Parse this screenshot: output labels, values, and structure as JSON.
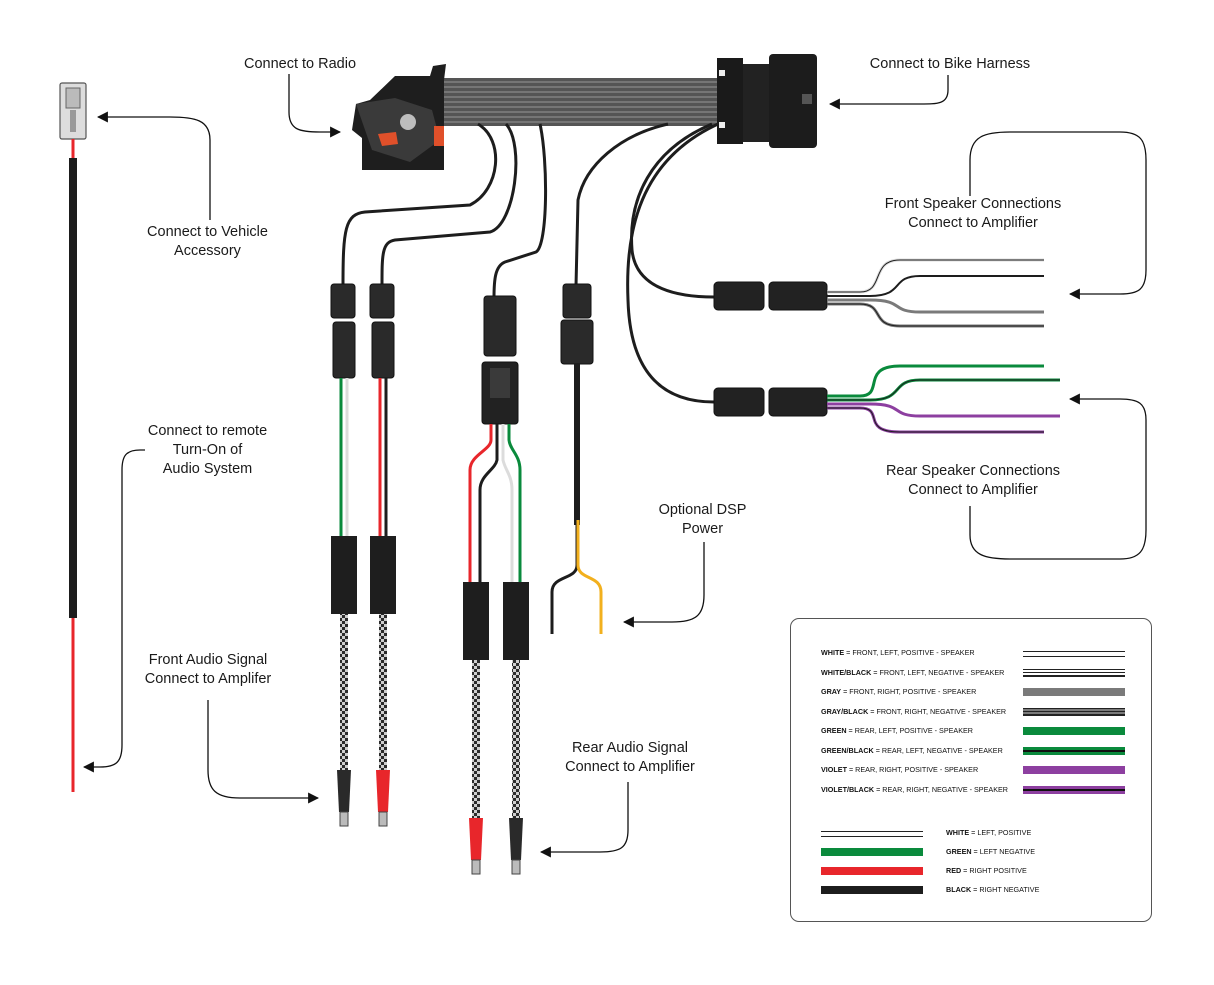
{
  "labels": {
    "connect_radio": "Connect to Radio",
    "connect_bike": "Connect to Bike Harness",
    "vehicle_accessory": [
      "Connect to Vehicle",
      "Accessory"
    ],
    "front_speaker": [
      "Front Speaker Connections",
      "Connect to Amplifier"
    ],
    "rear_speaker": [
      "Rear Speaker Connections",
      "Connect to Amplifier"
    ],
    "remote_turnon": [
      "Connect to remote",
      "Turn-On of",
      "Audio System"
    ],
    "dsp_power": [
      "Optional DSP",
      "Power"
    ],
    "front_audio": [
      "Front Audio Signal",
      "Connect to Amplifer"
    ],
    "rear_audio": [
      "Rear Audio Signal",
      "Connect to Amplifier"
    ]
  },
  "legend": {
    "speaker_wires": [
      {
        "color": "WHITE",
        "desc": " = FRONT, LEFT, POSITIVE - SPEAKER",
        "swatch": "white"
      },
      {
        "color": "WHITE/BLACK",
        "desc": " = FRONT, LEFT, NEGATIVE - SPEAKER",
        "swatch": "white-black"
      },
      {
        "color": "GRAY",
        "desc": " = FRONT, RIGHT, POSITIVE - SPEAKER",
        "swatch": "gray"
      },
      {
        "color": "GRAY/BLACK",
        "desc": " = FRONT, RIGHT, NEGATIVE - SPEAKER",
        "swatch": "gray-black"
      },
      {
        "color": "GREEN",
        "desc": " = REAR, LEFT, POSITIVE - SPEAKER",
        "swatch": "green"
      },
      {
        "color": "GREEN/BLACK",
        "desc": " = REAR, LEFT, NEGATIVE - SPEAKER",
        "swatch": "green-black"
      },
      {
        "color": "VIOLET",
        "desc": " = REAR, RIGHT, POSITIVE - SPEAKER",
        "swatch": "violet"
      },
      {
        "color": "VIOLET/BLACK",
        "desc": " = REAR, RIGHT, NEGATIVE - SPEAKER",
        "swatch": "violet-black"
      }
    ],
    "rca_wires": [
      {
        "color": "WHITE",
        "desc": " =  LEFT, POSITIVE",
        "swatch": "white"
      },
      {
        "color": "GREEN",
        "desc": " = LEFT NEGATIVE",
        "swatch": "green"
      },
      {
        "color": "RED",
        "desc": " = RIGHT POSITIVE",
        "swatch": "red"
      },
      {
        "color": "BLACK",
        "desc": " = RIGHT NEGATIVE",
        "swatch": "black"
      }
    ]
  },
  "colors": {
    "wire_black": "#1d1d1d",
    "wire_red": "#e8262b",
    "wire_green": "#0a8a3c",
    "wire_gray": "#7a7a7a",
    "wire_violet": "#8d3fa0",
    "wire_yellow": "#f2b01e",
    "connector_accent": "#e0502a"
  }
}
